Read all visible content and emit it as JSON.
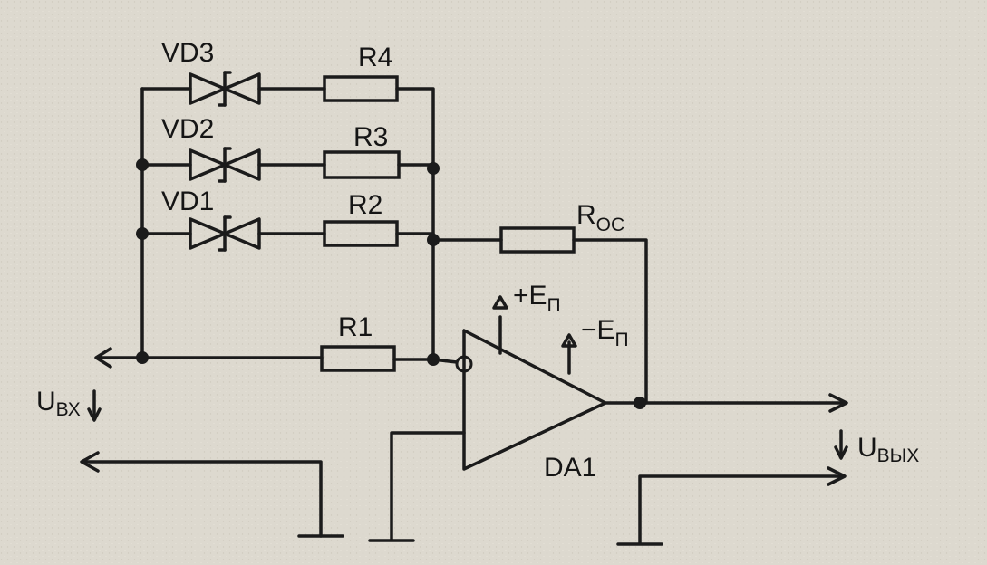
{
  "labels": {
    "vd3": "VD3",
    "vd2": "VD2",
    "vd1": "VD1",
    "r4": "R4",
    "r3": "R3",
    "r2": "R2",
    "r1": "R1",
    "roc_main": "R",
    "roc_sub": "OC",
    "ep_plus_main": "+E",
    "ep_plus_sub": "П",
    "ep_minus_main": "−E",
    "ep_minus_sub": "П",
    "uin_main": "U",
    "uin_sub": "ВХ",
    "uout_main": "U",
    "uout_sub": "ВЫХ",
    "da1": "DA1"
  },
  "colors": {
    "ink": "#1b1b1b",
    "paper": "#ddd9cf"
  }
}
